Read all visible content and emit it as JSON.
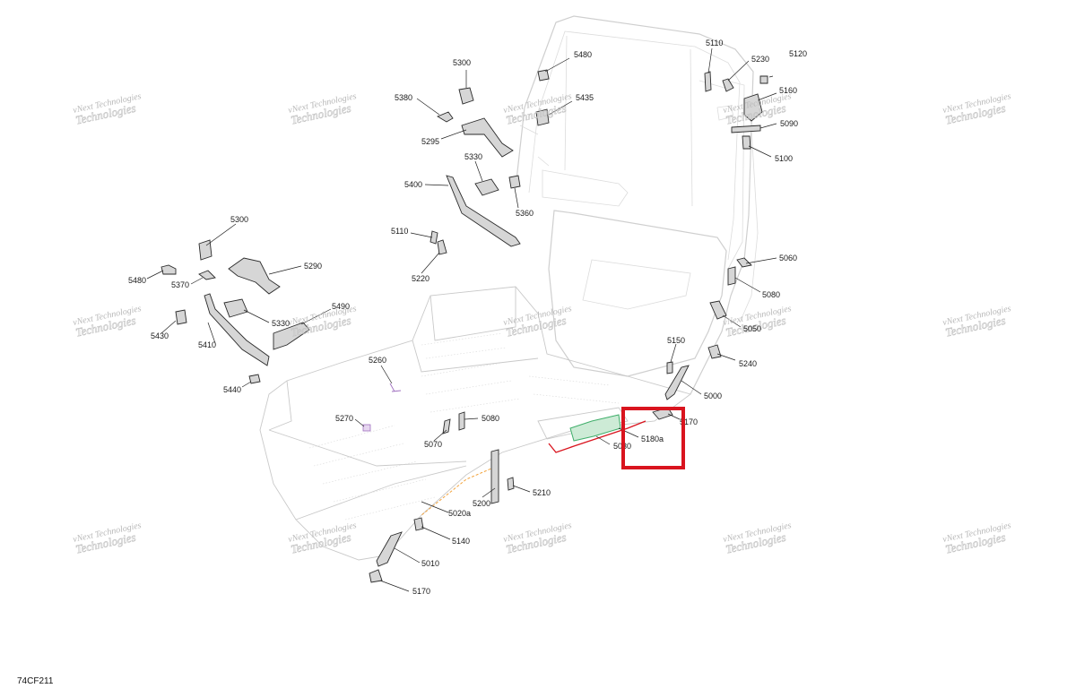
{
  "figure_id": "74CF211",
  "watermark": {
    "line1": "vNext Technologies",
    "line2": "Technologies"
  },
  "highlight": {
    "color": "#d9141e",
    "target": "5180a"
  },
  "accent_colors": {
    "wire_red": "#d9141e",
    "wire_orange": "#f2a23a",
    "part_green": "#3fae6a",
    "part_purple": "#a070c0"
  },
  "callouts": [
    {
      "id": "c5300a",
      "text": "5300"
    },
    {
      "id": "c5480a",
      "text": "5480"
    },
    {
      "id": "c5110a",
      "text": "5110"
    },
    {
      "id": "c5230",
      "text": "5230"
    },
    {
      "id": "c5120",
      "text": "5120"
    },
    {
      "id": "c5380",
      "text": "5380"
    },
    {
      "id": "c5435",
      "text": "5435"
    },
    {
      "id": "c5160",
      "text": "5160"
    },
    {
      "id": "c5090",
      "text": "5090"
    },
    {
      "id": "c5295",
      "text": "5295"
    },
    {
      "id": "c5100",
      "text": "5100"
    },
    {
      "id": "c5330a",
      "text": "5330"
    },
    {
      "id": "c5400",
      "text": "5400"
    },
    {
      "id": "c5360",
      "text": "5360"
    },
    {
      "id": "c5300b",
      "text": "5300"
    },
    {
      "id": "c5110b",
      "text": "5110"
    },
    {
      "id": "c5060",
      "text": "5060"
    },
    {
      "id": "c5480b",
      "text": "5480"
    },
    {
      "id": "c5290",
      "text": "5290"
    },
    {
      "id": "c5220",
      "text": "5220"
    },
    {
      "id": "c5080a",
      "text": "5080"
    },
    {
      "id": "c5370",
      "text": "5370"
    },
    {
      "id": "c5490",
      "text": "5490"
    },
    {
      "id": "c5330b",
      "text": "5330"
    },
    {
      "id": "c5050",
      "text": "5050"
    },
    {
      "id": "c5430",
      "text": "5430"
    },
    {
      "id": "c5410",
      "text": "5410"
    },
    {
      "id": "c5150",
      "text": "5150"
    },
    {
      "id": "c5240",
      "text": "5240"
    },
    {
      "id": "c5260",
      "text": "5260"
    },
    {
      "id": "c5440",
      "text": "5440"
    },
    {
      "id": "c5000",
      "text": "5000"
    },
    {
      "id": "c5170a",
      "text": "5170"
    },
    {
      "id": "c5270",
      "text": "5270"
    },
    {
      "id": "c5080b",
      "text": "5080"
    },
    {
      "id": "c5180a",
      "text": "5180a"
    },
    {
      "id": "c5070",
      "text": "5070"
    },
    {
      "id": "c5030",
      "text": "5030"
    },
    {
      "id": "c5210",
      "text": "5210"
    },
    {
      "id": "c5200",
      "text": "5200"
    },
    {
      "id": "c5020a",
      "text": "5020a"
    },
    {
      "id": "c5140",
      "text": "5140"
    },
    {
      "id": "c5010",
      "text": "5010"
    },
    {
      "id": "c5170b",
      "text": "5170"
    }
  ]
}
